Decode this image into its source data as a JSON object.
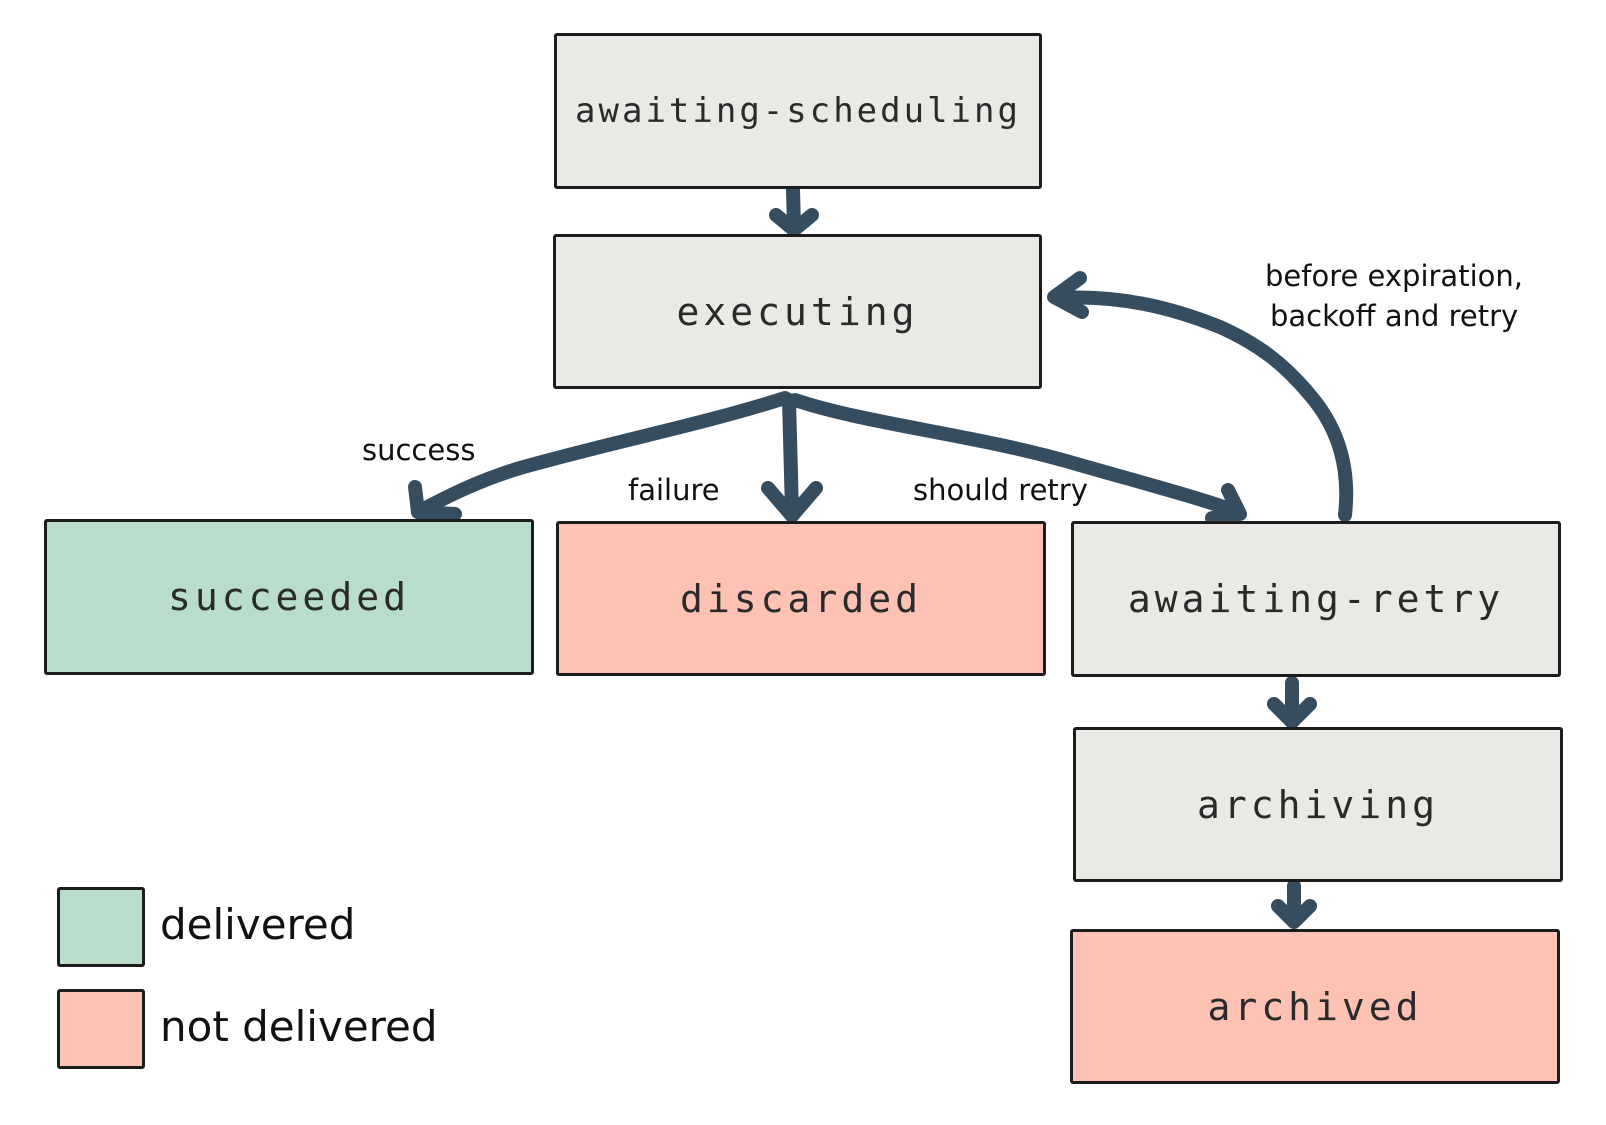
{
  "nodes": {
    "awaiting_scheduling": "awaiting-scheduling",
    "executing": "executing",
    "succeeded": "succeeded",
    "discarded": "discarded",
    "awaiting_retry": "awaiting-retry",
    "archiving": "archiving",
    "archived": "archived"
  },
  "edge_labels": {
    "success": "success",
    "failure": "failure",
    "should_retry": "should retry",
    "retry_line1": "before expiration,",
    "retry_line2": "backoff and retry"
  },
  "legend": {
    "delivered": "delivered",
    "not_delivered": "not delivered"
  },
  "colors": {
    "neutral": "#ebe9e5",
    "delivered": "#b9dccb",
    "not_delivered": "#fec2b4",
    "arrow": "#364d5f"
  }
}
